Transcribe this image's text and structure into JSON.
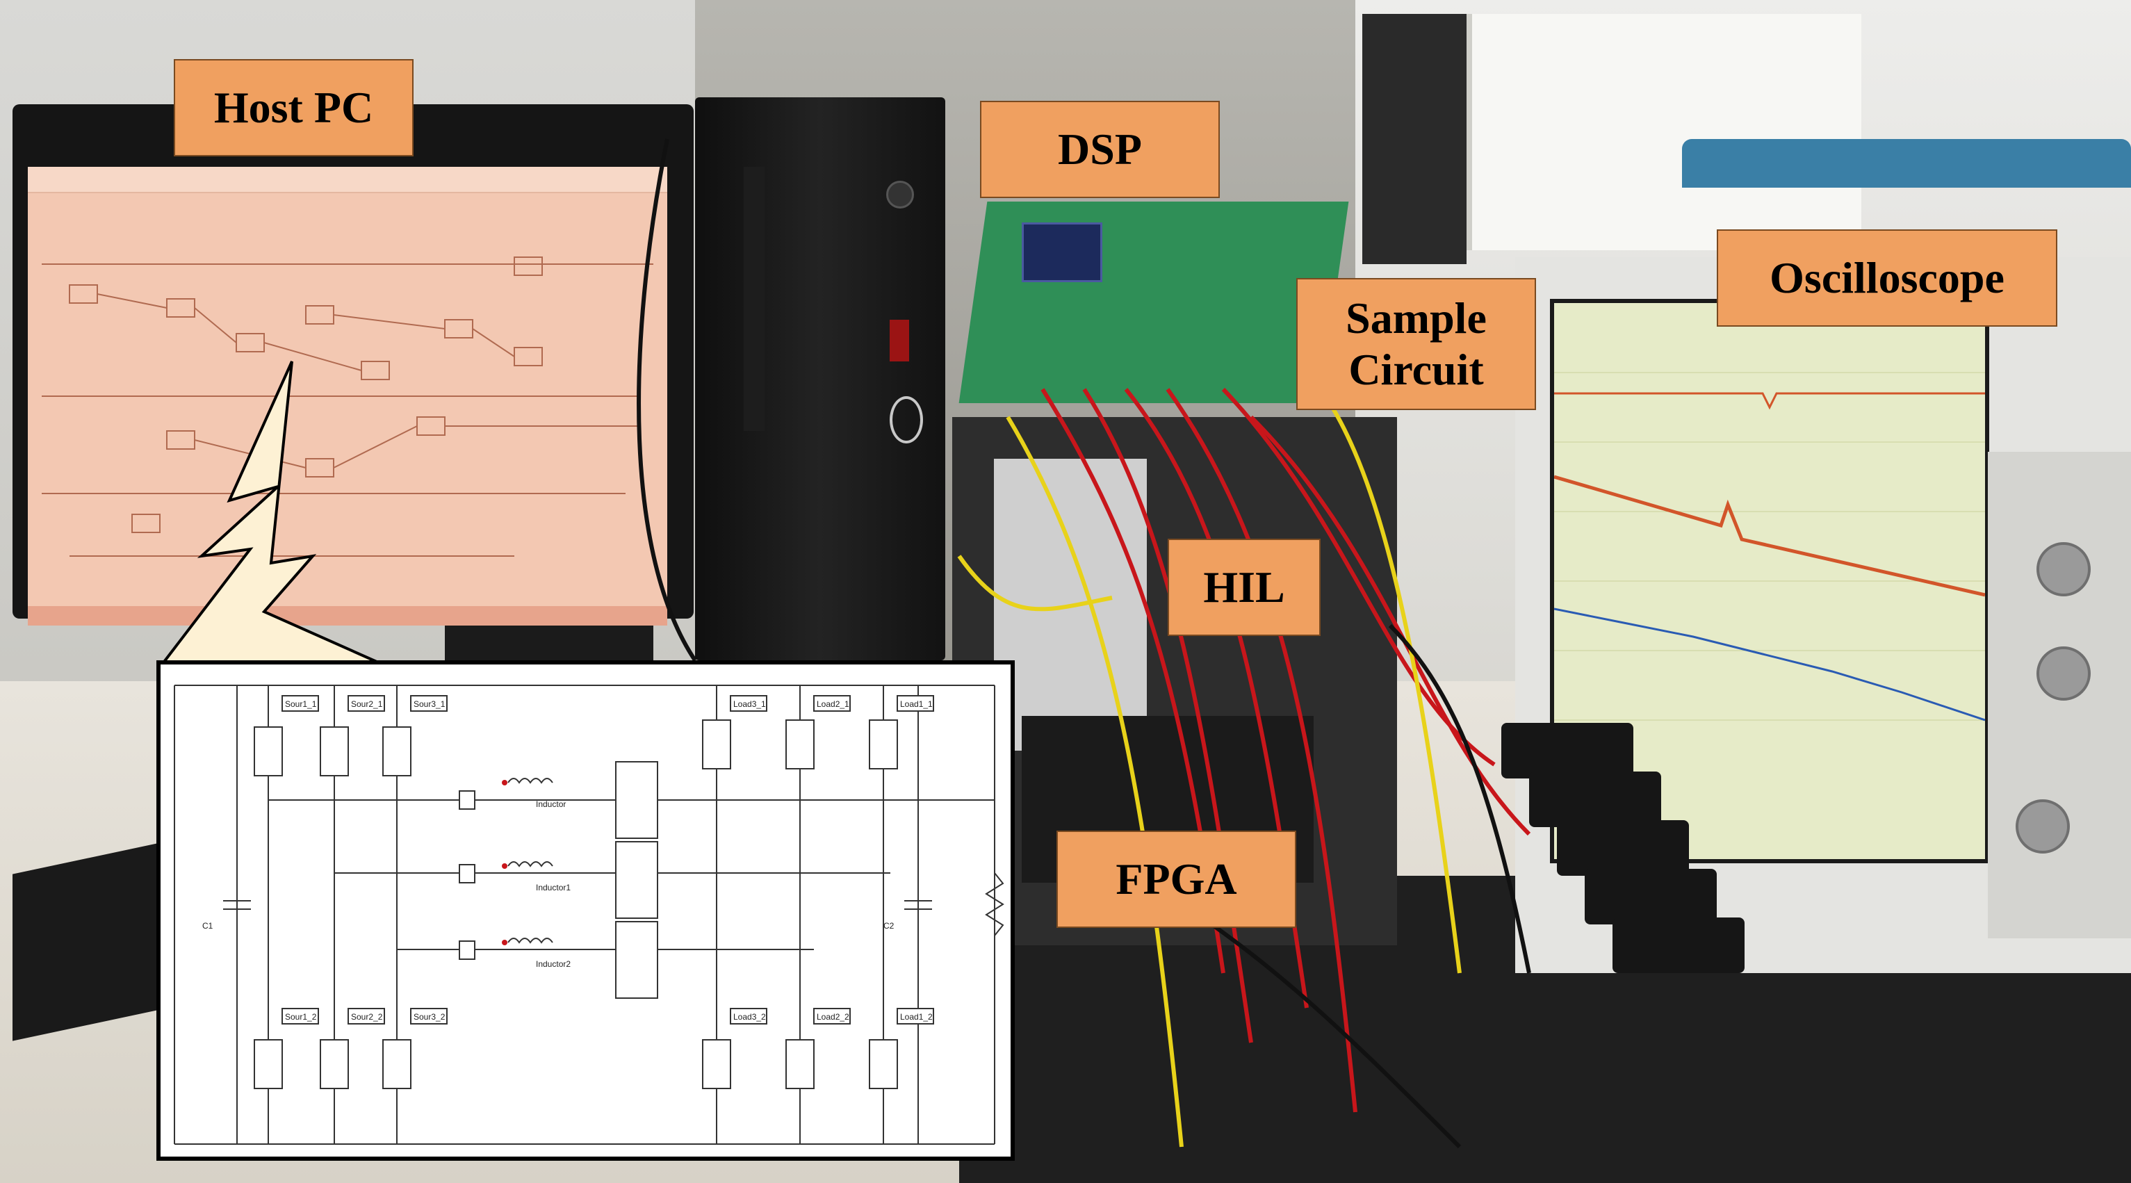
{
  "labels": {
    "host_pc": "Host PC",
    "dsp": "DSP",
    "sample_circuit_line1": "Sample",
    "sample_circuit_line2": "Circuit",
    "oscilloscope": "Oscilloscope",
    "hil": "HIL",
    "fpga": "FPGA"
  },
  "colors": {
    "callout_fill": "#f0a060",
    "callout_border": "#7a4a20",
    "scope_trace_orange": "#d2552a",
    "scope_trace_blue": "#2a5bb3",
    "cable_red": "#c8161b",
    "cable_yellow": "#e8d21a"
  },
  "circuit": {
    "source_top": [
      "Sour1_1",
      "Sour2_1",
      "Sour3_1"
    ],
    "source_bottom": [
      "Sour1_2",
      "Sour2_2",
      "Sour3_2"
    ],
    "load_top": [
      "Load3_1",
      "Load2_1",
      "Load1_1"
    ],
    "load_bottom": [
      "Load3_2",
      "Load2_2",
      "Load1_2"
    ],
    "inductors": [
      "Inductor",
      "Inductor1",
      "Inductor2"
    ],
    "capacitors": [
      "C1",
      "C2"
    ]
  },
  "icons": [
    "keyboard-icon",
    "monitor-icon",
    "oscilloscope-icon"
  ]
}
